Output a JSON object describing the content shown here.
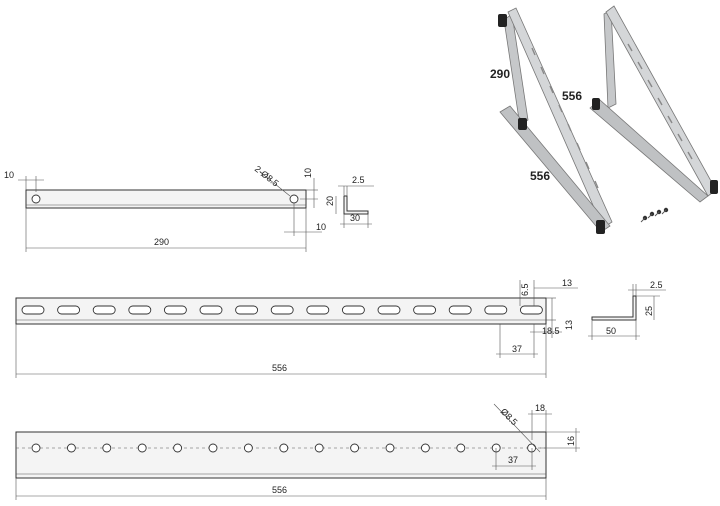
{
  "photo": {
    "labels": {
      "rail_short": "290",
      "rail_long_a": "556",
      "rail_long_b": "556"
    }
  },
  "part_short": {
    "dims": {
      "edge": "10",
      "hole": "2-Ø8.5",
      "hole_v": "10",
      "length": "290",
      "right": "10",
      "thick": "2.5",
      "height": "20",
      "width": "30"
    }
  },
  "part_slotted": {
    "slot_count": 15,
    "dims": {
      "slot_w": "6.5",
      "slot_h": "13",
      "slot_len": "18.5",
      "slot_off": "37",
      "length": "556",
      "side": "13",
      "thick": "2.5",
      "height": "25",
      "width": "50"
    }
  },
  "part_holed": {
    "hole_count": 15,
    "dims": {
      "hole": "Ø8.5",
      "end": "18",
      "height": "16",
      "offset": "37",
      "length": "556"
    }
  }
}
